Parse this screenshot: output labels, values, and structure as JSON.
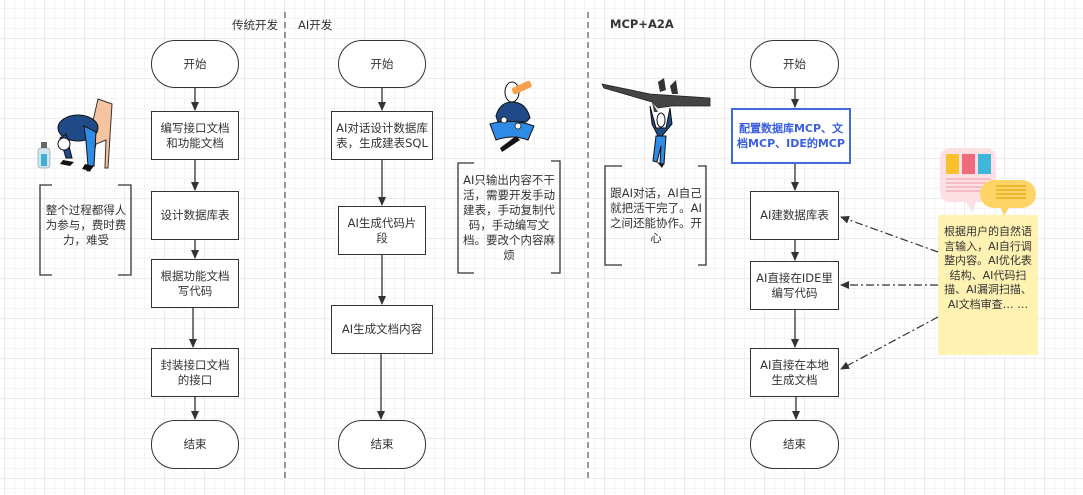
{
  "sections": [
    {
      "title": "传统开发",
      "steps": [
        "开始",
        "编写接口文档和功能文档",
        "设计数据库表",
        "根据功能文档写代码",
        "封装接口文档的接口",
        "结束"
      ],
      "note": "整个过程都得人为参与，费时费力，难受",
      "illustration": "tired-person-on-chair-icon"
    },
    {
      "title": "AI开发",
      "steps": [
        "开始",
        "AI对话设计数据库表，生成建表SQL",
        "AI生成代码片段",
        "AI生成文档内容",
        "结束"
      ],
      "note": "AI只输出内容不干活，需要开发手动建表，手动复制代码，手动编写文档。要改个内容麻烦",
      "illustration": "meditating-person-icon"
    },
    {
      "title": "MCP+A2A",
      "steps": [
        "开始",
        "配置数据库MCP、文档MCP、IDE的MCP",
        "AI建数据库表",
        "AI直接在IDE里编写代码",
        "AI直接在本地生成文档",
        "结束"
      ],
      "note": "跟AI对话，AI自己就把活干完了。AI之间还能协作。开心",
      "illustration": "person-holding-rifle-icon",
      "sticky_note": "根据用户的自然语言输入，AI自行调整内容。AI优化表结构、AI代码扫描、AI漏洞扫描、AI文档审查… …",
      "sticky_icon": "chat-bubbles-icon",
      "highlight_color": "#4169e1"
    }
  ]
}
